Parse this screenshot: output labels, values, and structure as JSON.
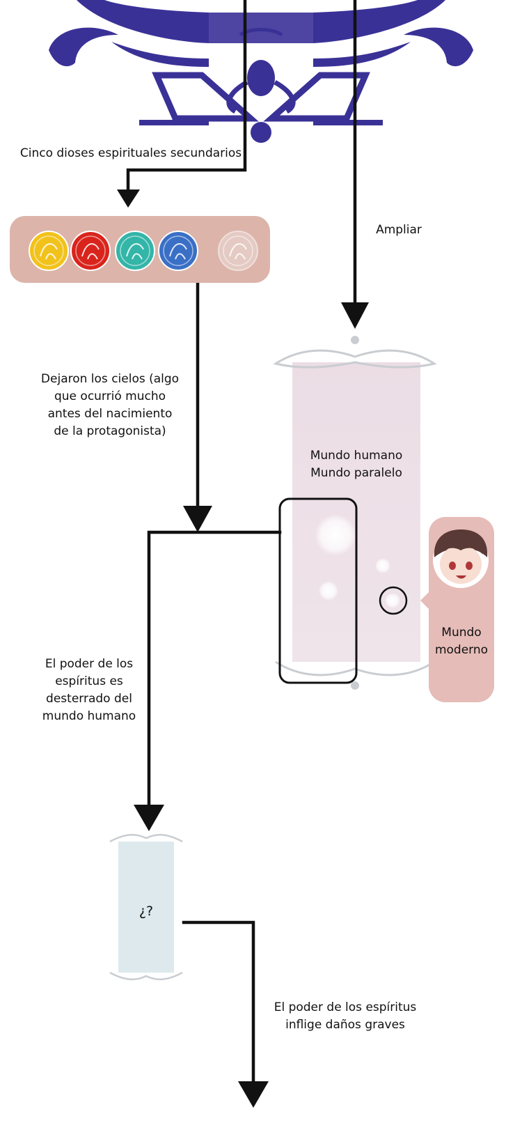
{
  "labels": {
    "secondary_gods": "Cinco dioses espirituales secundarios",
    "expand": "Ampliar",
    "left_heavens": [
      "Dejaron los cielos (algo",
      "que ocurrió mucho",
      "antes del nacimiento",
      "de la protagonista)"
    ],
    "human_world": [
      "Mundo humano",
      "Mundo paralelo"
    ],
    "modern_world": [
      "Mundo",
      "moderno"
    ],
    "power_banished": [
      "El poder de los",
      "espíritus es",
      "desterrado del",
      "mundo humano"
    ],
    "unknown_world": "¿?",
    "power_damage": [
      "El poder de los espíritus",
      "inflige daños graves"
    ]
  },
  "orbs": [
    {
      "name": "yellow-spirit-orb",
      "color": "#f2c21c"
    },
    {
      "name": "red-spirit-orb",
      "color": "#d9241c"
    },
    {
      "name": "teal-spirit-orb",
      "color": "#33b5a8"
    },
    {
      "name": "blue-spirit-orb",
      "color": "#3a6fc6"
    },
    {
      "name": "faded-spirit-orb",
      "color": "#e6cfc8"
    }
  ],
  "colors": {
    "emblem": "#3a3197",
    "gods_panel": "#dcb4aa",
    "human_scroll": "#f1e1e8",
    "modern_panel": "#e5bcb8",
    "unknown_scroll": "#dde9ed",
    "arrow": "#111111"
  }
}
